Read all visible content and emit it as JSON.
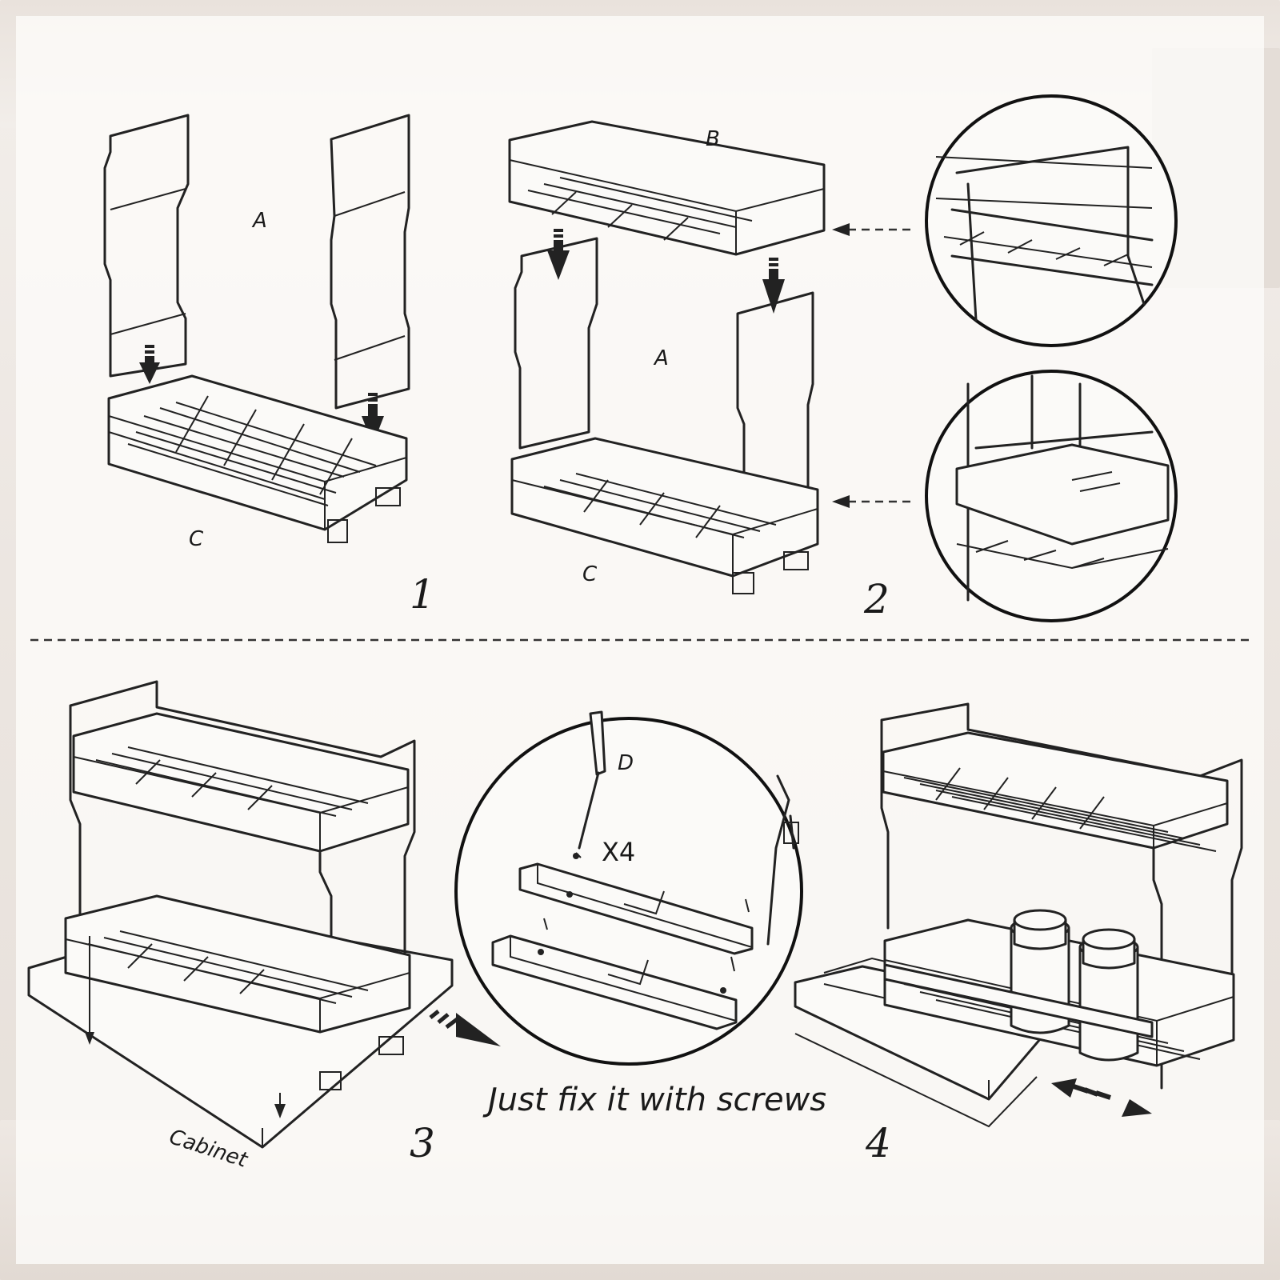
{
  "parts": {
    "a_top": "A",
    "a_mid": "A",
    "b": "B",
    "c_step1": "C",
    "c_step2": "C",
    "d": "D"
  },
  "steps": [
    "1",
    "2",
    "3",
    "4"
  ],
  "screw_count": "X4",
  "surface_label": "Cabinet",
  "caption": "Just fix it with screws",
  "colors": {
    "line": "#222222",
    "panel": "#fbfaf8",
    "background": "#efe9e4"
  }
}
